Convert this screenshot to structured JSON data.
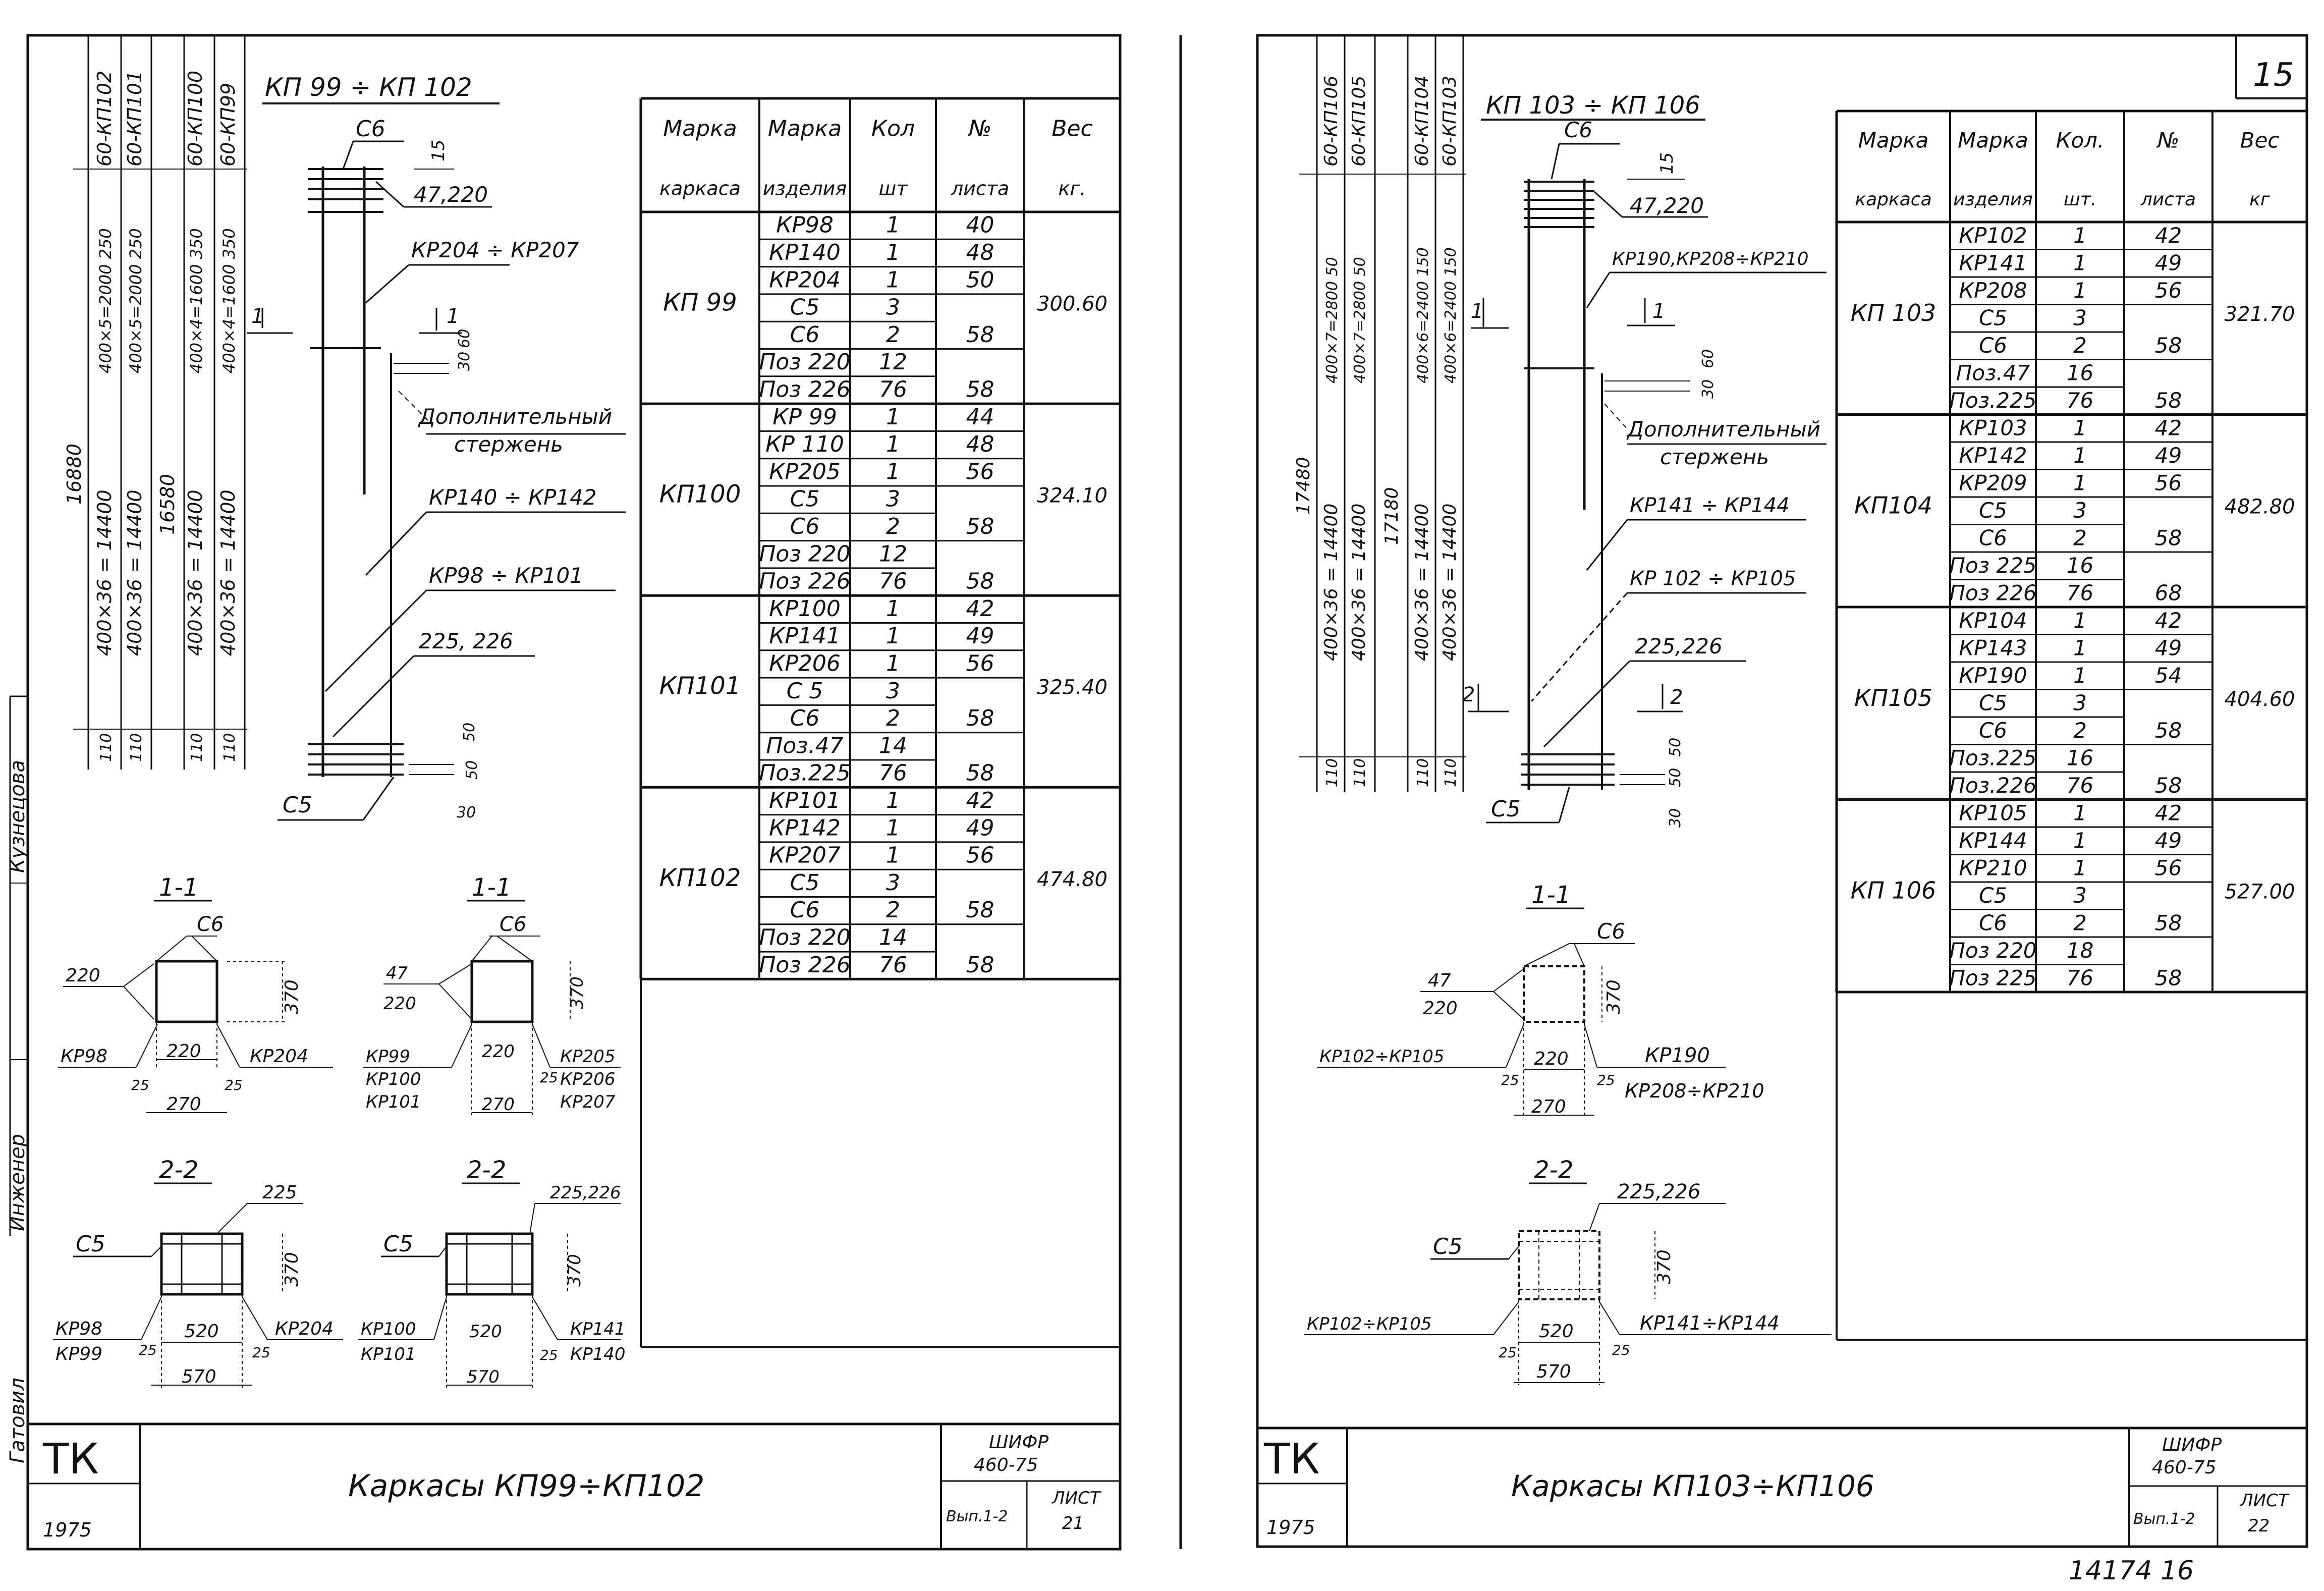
{
  "page_number": "15",
  "footer_number": "14174   16",
  "left": {
    "assembly_title": "КП 99 ÷ КП 102",
    "vertical_labels": [
      "60-КП102",
      "60-КП101",
      "60-КП100",
      "60-КП99",
      "400×5=2000 250",
      "400×5=2000 250",
      "400×4=1600 350",
      "400×4=1600 350",
      "16880",
      "400×36 = 14400",
      "400×36 = 14400",
      "16580",
      "400×36 = 14400",
      "400×36 = 14400",
      "110",
      "110",
      "110",
      "110"
    ],
    "callouts": [
      "С6",
      "15",
      "47,220",
      "КР204 ÷ КР207",
      "1",
      "1",
      "30",
      "60",
      "Дополнительный",
      "стержень",
      "КР140 ÷ КР142",
      "КР98 ÷ КР101",
      "225, 226",
      "50",
      "50",
      "30",
      "С5"
    ],
    "sections": {
      "s1a": {
        "title": "1-1",
        "c6": "С6",
        "p220": "220",
        "w": "220",
        "wt": "270",
        "h": "370",
        "kl": "КР98",
        "kr": "КР204",
        "d25a": "25",
        "d25b": "25"
      },
      "s1b": {
        "title": "1-1",
        "c6": "С6",
        "p47": "47",
        "p220": "220",
        "w": "220",
        "wt": "270",
        "h": "370",
        "kl1": "КР99",
        "kl2": "КР100",
        "kl3": "КР101",
        "kr1": "КР205",
        "kr2": "КР206",
        "kr3": "КР207",
        "d25": "25"
      },
      "s2a": {
        "title": "2-2",
        "p225": "225",
        "c5": "С5",
        "w": "520",
        "wt": "570",
        "h": "370",
        "kl1": "КР98",
        "kl2": "КР99",
        "kr": "КР204",
        "d25a": "25",
        "d25b": "25"
      },
      "s2b": {
        "title": "2-2",
        "p225": "225,226",
        "c5": "С5",
        "w": "520",
        "wt": "570",
        "h": "370",
        "kl1": "КР100",
        "kl2": "КР101",
        "kr1": "КР141",
        "kr2": "КР140",
        "d25": "25"
      }
    },
    "table": {
      "headers": [
        "Марка",
        "Марка",
        "Кол",
        "№",
        "Вес"
      ],
      "subheaders": [
        "каркаса",
        "изделия",
        "шт",
        "листа",
        "кг."
      ],
      "groups": [
        {
          "mark": "КП 99",
          "weight": "300.60",
          "rows": [
            [
              "КР98",
              "1",
              "40"
            ],
            [
              "КР140",
              "1",
              "48"
            ],
            [
              "КР204",
              "1",
              "50"
            ],
            [
              "С5",
              "3",
              ""
            ],
            [
              "С6",
              "2",
              ""
            ],
            [
              "Поз 220",
              "12",
              ""
            ],
            [
              "Поз 226",
              "76",
              ""
            ]
          ],
          "sheet2": "58",
          "sheet3": "58"
        },
        {
          "mark": "КП100",
          "weight": "324.10",
          "rows": [
            [
              "КР 99",
              "1",
              "44"
            ],
            [
              "КР 110",
              "1",
              "48"
            ],
            [
              "КР205",
              "1",
              "56"
            ],
            [
              "С5",
              "3",
              ""
            ],
            [
              "С6",
              "2",
              ""
            ],
            [
              "Поз 220",
              "12",
              ""
            ],
            [
              "Поз 226",
              "76",
              ""
            ]
          ],
          "sheet2": "58",
          "sheet3": "58"
        },
        {
          "mark": "КП101",
          "weight": "325.40",
          "rows": [
            [
              "КР100",
              "1",
              "42"
            ],
            [
              "КР141",
              "1",
              "49"
            ],
            [
              "КР206",
              "1",
              "56"
            ],
            [
              "С 5",
              "3",
              ""
            ],
            [
              "С6",
              "2",
              ""
            ],
            [
              "Поз.47",
              "14",
              ""
            ],
            [
              "Поз.225",
              "76",
              ""
            ]
          ],
          "sheet2": "58",
          "sheet3": "58"
        },
        {
          "mark": "КП102",
          "weight": "474.80",
          "rows": [
            [
              "КР101",
              "1",
              "42"
            ],
            [
              "КР142",
              "1",
              "49"
            ],
            [
              "КР207",
              "1",
              "56"
            ],
            [
              "С5",
              "3",
              ""
            ],
            [
              "С6",
              "2",
              ""
            ],
            [
              "Поз 220",
              "14",
              ""
            ],
            [
              "Поз 226",
              "76",
              ""
            ]
          ],
          "sheet2": "58",
          "sheet3": "58"
        }
      ]
    },
    "title_block": {
      "org": "ТК",
      "year": "1975",
      "title": "Каркасы  КП99÷КП102",
      "code1": "ШИФР",
      "code2": "460-75",
      "issue": "Вып.1-2",
      "sheet_label": "ЛИСТ",
      "sheet_no": "21"
    }
  },
  "right": {
    "assembly_title": "КП 103 ÷ КП 106",
    "vertical_labels": [
      "60-КП106",
      "60-КП105",
      "60-КП104",
      "60-КП103",
      "400×7=2800 50",
      "400×7=2800 50",
      "400×6=2400 150",
      "400×6=2400 150",
      "17480",
      "400×36 = 14400",
      "400×36 = 14400",
      "17180",
      "400×36 = 14400",
      "400×36 = 14400",
      "110",
      "110",
      "110",
      "110"
    ],
    "callouts": [
      "С6",
      "15",
      "47,220",
      "КР190,КР208÷КР210",
      "1",
      "1",
      "30",
      "60",
      "Дополнительный",
      "стержень",
      "КР141 ÷ КР144",
      "КР 102 ÷ КР105",
      "225,226",
      "2",
      "2",
      "50",
      "50",
      "30",
      "С5"
    ],
    "sections": {
      "s1": {
        "title": "1-1",
        "c6": "С6",
        "p47": "47",
        "p220": "220",
        "w": "220",
        "wt": "270",
        "h": "370",
        "kl": "КР102÷КР105",
        "kr1": "КР190",
        "kr2": "КР208÷КР210",
        "d25a": "25",
        "d25b": "25"
      },
      "s2": {
        "title": "2-2",
        "p225": "225,226",
        "c5": "С5",
        "w": "520",
        "wt": "570",
        "h": "370",
        "kl": "КР102÷КР105",
        "kr": "КР141÷КР144",
        "d25a": "25",
        "d25b": "25"
      }
    },
    "table": {
      "headers": [
        "Марка",
        "Марка",
        "Кол.",
        "№",
        "Вес"
      ],
      "subheaders": [
        "каркаса",
        "изделия",
        "шт.",
        "листа",
        "кг"
      ],
      "groups": [
        {
          "mark": "КП 103",
          "weight": "321.70",
          "rows": [
            [
              "КР102",
              "1",
              "42"
            ],
            [
              "КР141",
              "1",
              "49"
            ],
            [
              "КР208",
              "1",
              "56"
            ],
            [
              "С5",
              "3",
              ""
            ],
            [
              "С6",
              "2",
              ""
            ],
            [
              "Поз.47",
              "16",
              ""
            ],
            [
              "Поз.225",
              "76",
              ""
            ]
          ],
          "sheet2": "58",
          "sheet3": "58"
        },
        {
          "mark": "КП104",
          "weight": "482.80",
          "rows": [
            [
              "КР103",
              "1",
              "42"
            ],
            [
              "КР142",
              "1",
              "49"
            ],
            [
              "КР209",
              "1",
              "56"
            ],
            [
              "С5",
              "3",
              ""
            ],
            [
              "С6",
              "2",
              ""
            ],
            [
              "Поз 225",
              "16",
              ""
            ],
            [
              "Поз 226",
              "76",
              ""
            ]
          ],
          "sheet2": "58",
          "sheet3": "68"
        },
        {
          "mark": "КП105",
          "weight": "404.60",
          "rows": [
            [
              "КР104",
              "1",
              "42"
            ],
            [
              "КР143",
              "1",
              "49"
            ],
            [
              "КР190",
              "1",
              "54"
            ],
            [
              "С5",
              "3",
              ""
            ],
            [
              "С6",
              "2",
              ""
            ],
            [
              "Поз.225",
              "16",
              ""
            ],
            [
              "Поз.226",
              "76",
              ""
            ]
          ],
          "sheet2": "58",
          "sheet3": "58"
        },
        {
          "mark": "КП 106",
          "weight": "527.00",
          "rows": [
            [
              "КР105",
              "1",
              "42"
            ],
            [
              "КР144",
              "1",
              "49"
            ],
            [
              "КР210",
              "1",
              "56"
            ],
            [
              "С5",
              "3",
              ""
            ],
            [
              "С6",
              "2",
              ""
            ],
            [
              "Поз 220",
              "18",
              ""
            ],
            [
              "Поз 225",
              "76",
              ""
            ]
          ],
          "sheet2": "58",
          "sheet3": "58"
        }
      ]
    },
    "title_block": {
      "org": "ТК",
      "year": "1975",
      "title": "Каркасы  КП103÷КП106",
      "code1": "ШИФР",
      "code2": "460-75",
      "issue": "Вып.1-2",
      "sheet_label": "ЛИСТ",
      "sheet_no": "22"
    }
  },
  "side_stamp": [
    "Кузнецова",
    "Инженер",
    "Гатовил"
  ]
}
